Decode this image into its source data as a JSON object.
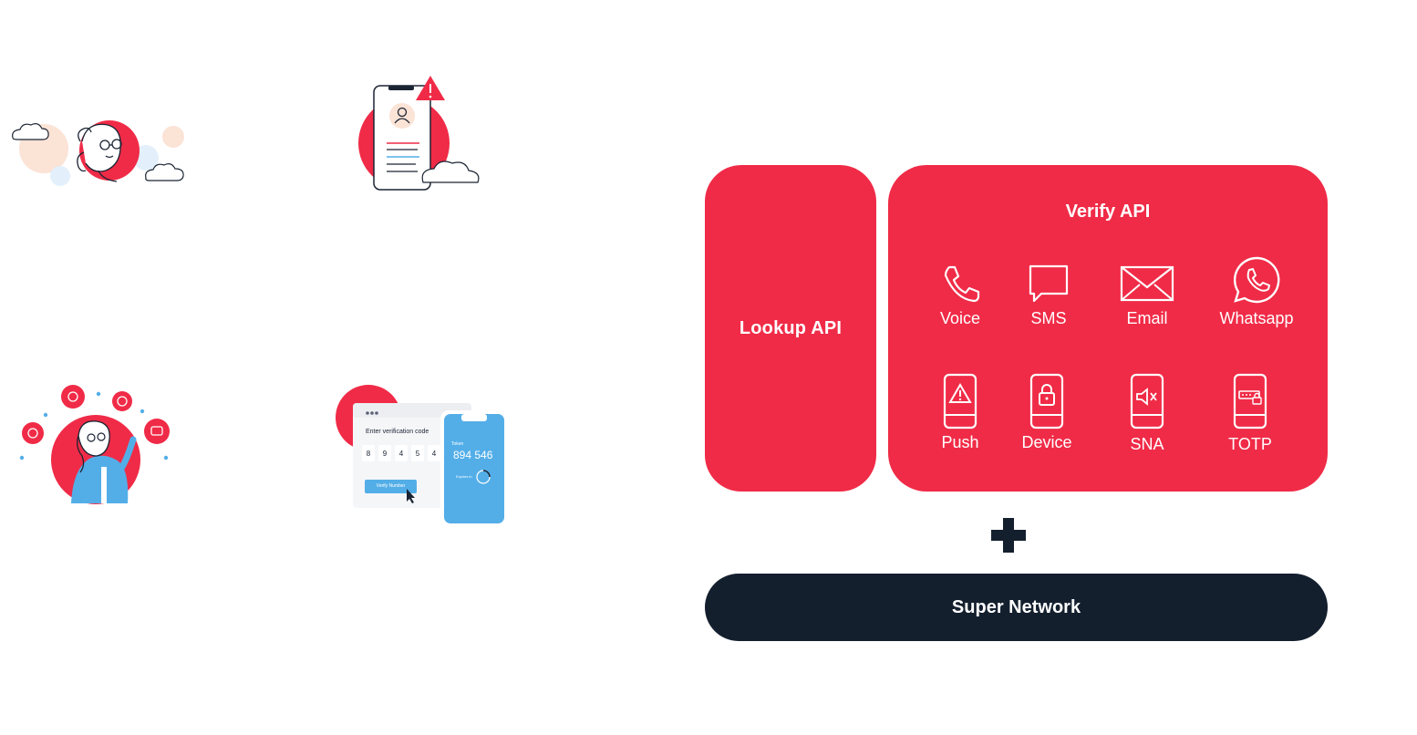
{
  "illustrations": {
    "verification_form": {
      "heading": "Enter verification code",
      "digits": [
        "8",
        "9",
        "4",
        "5",
        "4"
      ],
      "button_label": "Verify Number",
      "token_label": "Token",
      "token_value": "894 546",
      "expires_label": "Expires in"
    }
  },
  "diagram": {
    "lookup_api": {
      "label": "Lookup API"
    },
    "verify_api": {
      "title": "Verify API",
      "channels": [
        {
          "label": "Voice",
          "icon": "phone-icon"
        },
        {
          "label": "SMS",
          "icon": "chat-bubble-icon"
        },
        {
          "label": "Email",
          "icon": "envelope-icon"
        },
        {
          "label": "Whatsapp",
          "icon": "whatsapp-icon"
        },
        {
          "label": "Push",
          "icon": "phone-alert-icon"
        },
        {
          "label": "Device",
          "icon": "phone-lock-icon"
        },
        {
          "label": "SNA",
          "icon": "phone-mute-icon"
        },
        {
          "label": "TOTP",
          "icon": "phone-password-icon"
        }
      ]
    },
    "connector": {
      "icon": "plus-icon"
    },
    "super_network": {
      "label": "Super Network"
    }
  },
  "colors": {
    "brand_red": "#f02b47",
    "navy": "#141f2e",
    "light_blue": "#53aee8",
    "peach": "#fbe3d6"
  }
}
